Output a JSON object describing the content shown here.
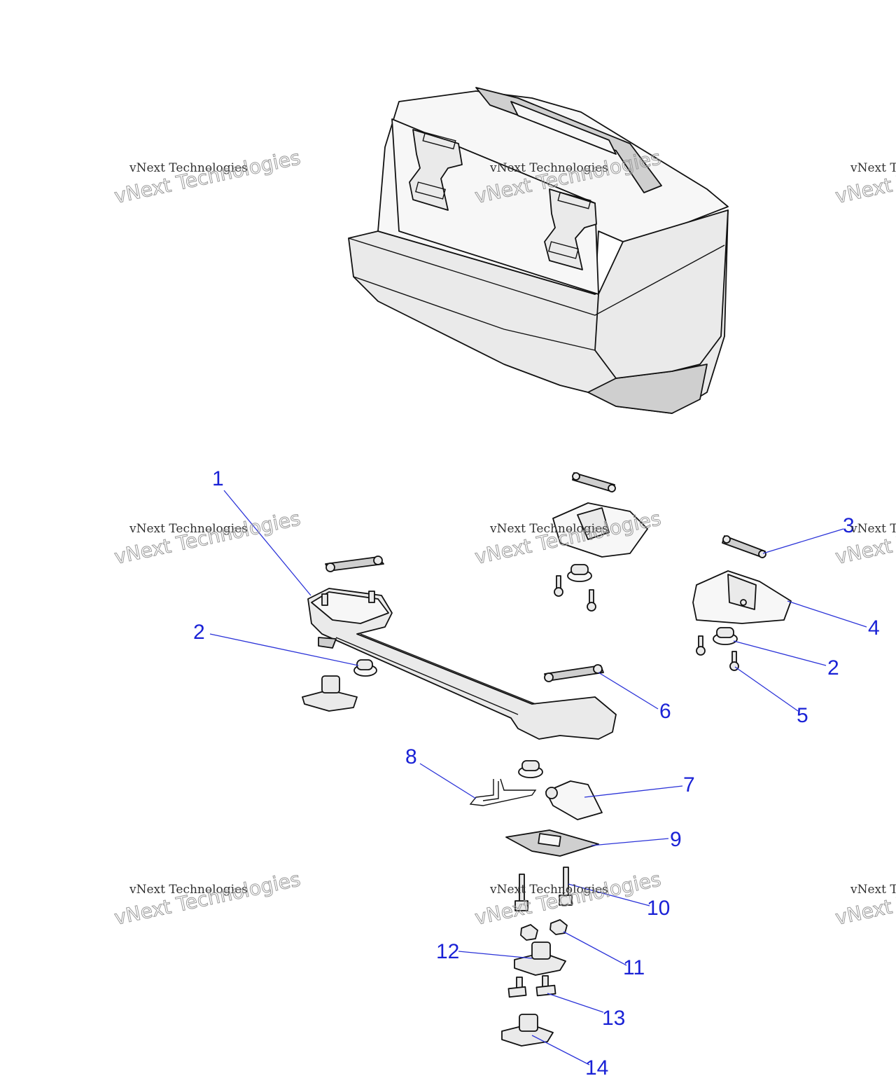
{
  "diagram": {
    "callouts": [
      {
        "id": "c1",
        "label": "1"
      },
      {
        "id": "c2a",
        "label": "2"
      },
      {
        "id": "c3",
        "label": "3"
      },
      {
        "id": "c4",
        "label": "4"
      },
      {
        "id": "c2b",
        "label": "2"
      },
      {
        "id": "c5",
        "label": "5"
      },
      {
        "id": "c6",
        "label": "6"
      },
      {
        "id": "c7",
        "label": "7"
      },
      {
        "id": "c8",
        "label": "8"
      },
      {
        "id": "c9",
        "label": "9"
      },
      {
        "id": "c10",
        "label": "10"
      },
      {
        "id": "c11",
        "label": "11"
      },
      {
        "id": "c12",
        "label": "12"
      },
      {
        "id": "c13",
        "label": "13"
      },
      {
        "id": "c14",
        "label": "14"
      }
    ]
  },
  "watermark": {
    "line1": "vNext Technologies",
    "line2": "vNext Technologies"
  },
  "colors": {
    "callout": "#1a22d6",
    "line_art": "#111111",
    "fill": "#eaeaea"
  }
}
